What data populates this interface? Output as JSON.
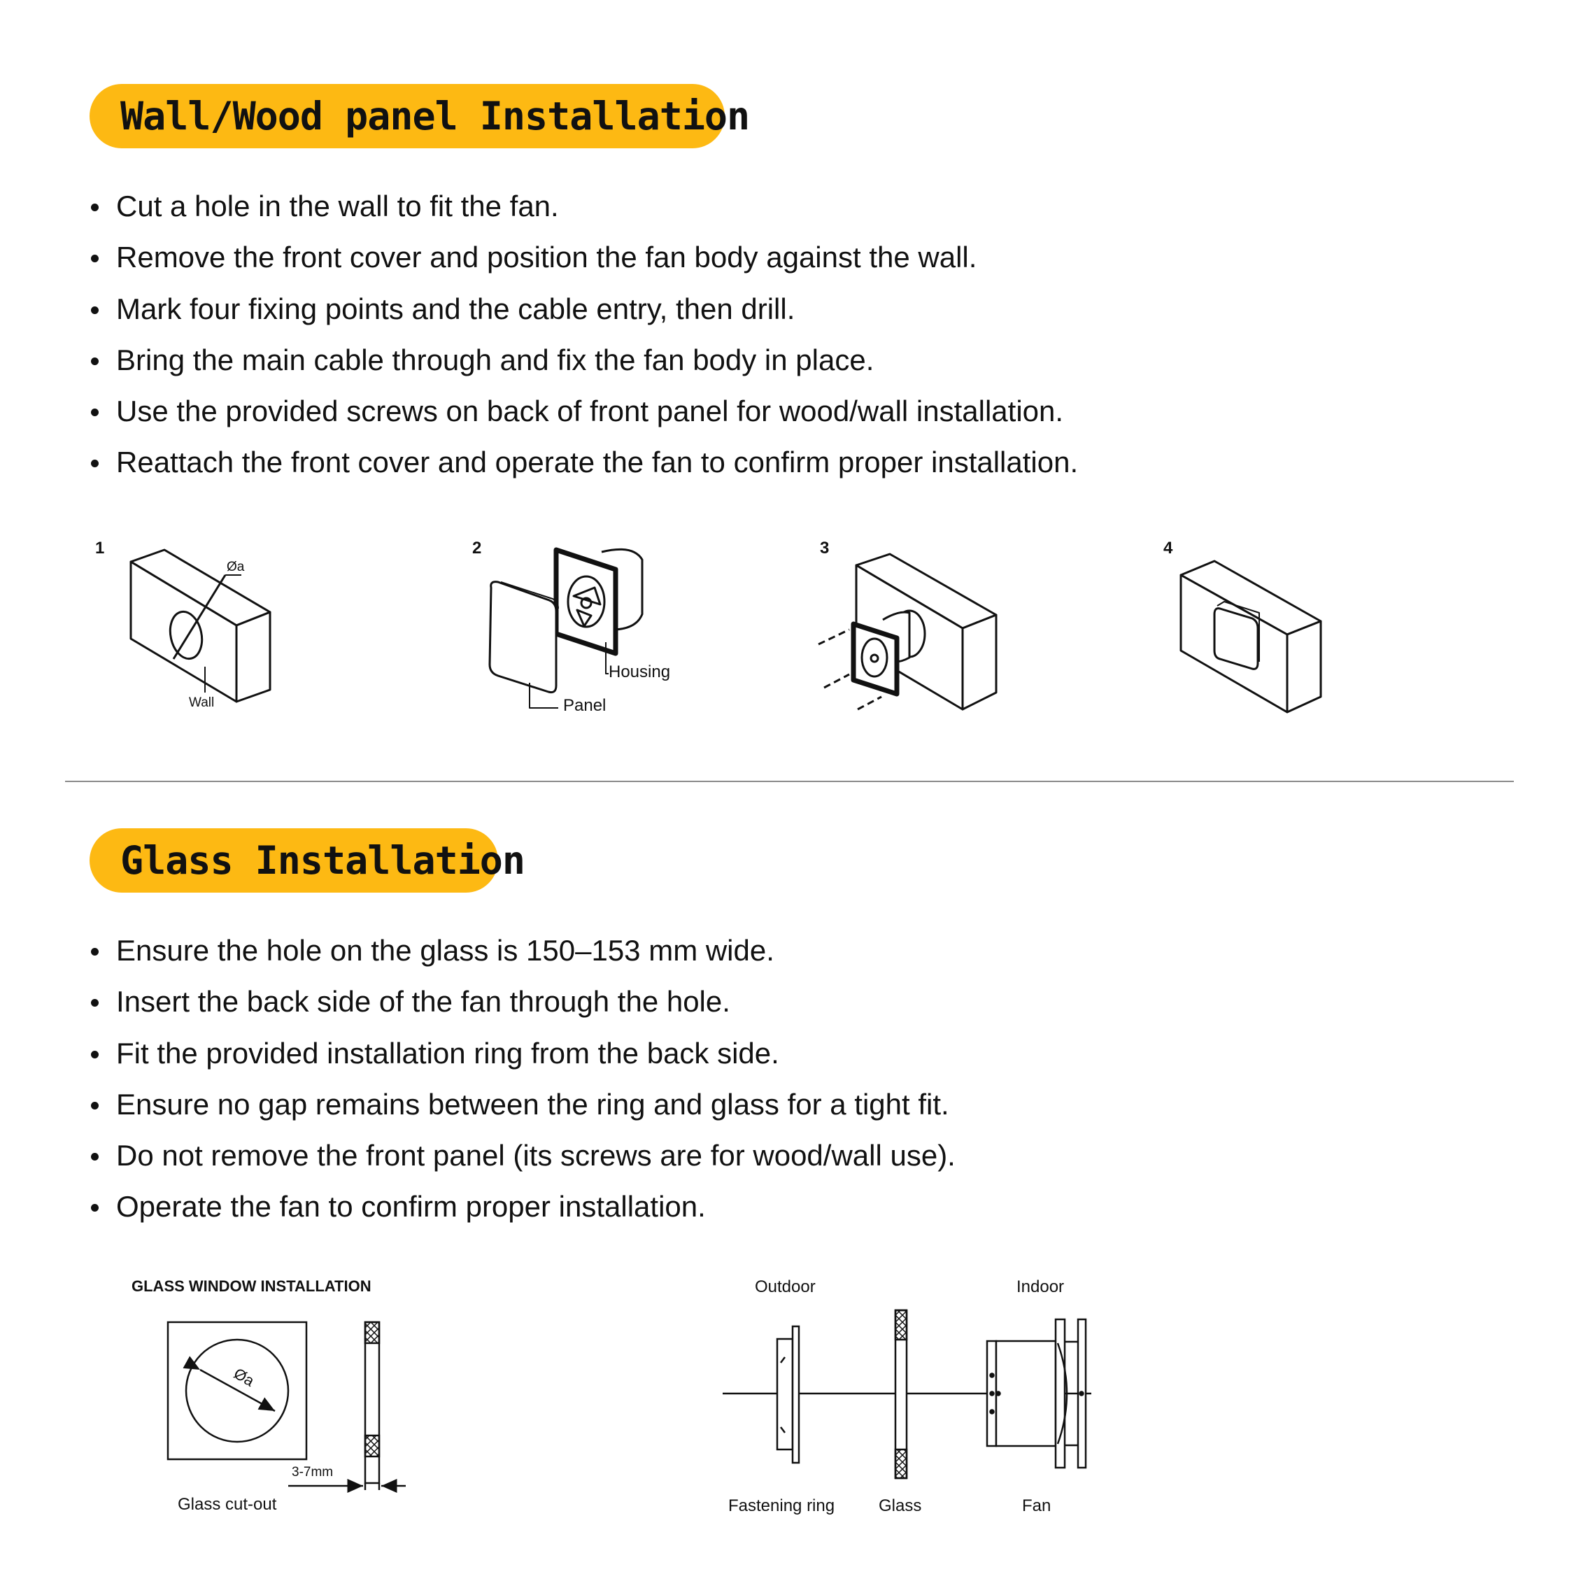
{
  "wall_section": {
    "title": "Wall/Wood panel Installation",
    "steps": [
      "Cut a hole in the wall to fit the fan.",
      "Remove the front cover and position the fan body against the wall.",
      "Mark four fixing points and the cable entry, then drill.",
      "Bring the main cable through and fix the fan body in place.",
      "Use the provided screws on back of front panel for wood/wall installation.",
      "Reattach the front cover and operate the fan to confirm proper installation."
    ],
    "figures": [
      {
        "number": "1",
        "labels": {
          "diameter": "Øa",
          "wall": "Wall"
        }
      },
      {
        "number": "2",
        "labels": {
          "housing": "Housing",
          "panel": "Panel"
        }
      },
      {
        "number": "3"
      },
      {
        "number": "4"
      }
    ]
  },
  "glass_section": {
    "title": "Glass Installation",
    "steps": [
      "Ensure the hole on the glass is 150–153 mm wide.",
      "Insert the back side of the fan through the hole.",
      "Fit the provided installation ring from the back side.",
      "Ensure no gap remains between the ring and glass for a tight fit.",
      "Do not remove the front panel (its screws are for wood/wall use).",
      "Operate the fan to confirm proper installation."
    ],
    "cutout_diagram": {
      "heading": "GLASS WINDOW INSTALLATION",
      "diameter_label": "Øa",
      "thickness_label": "3-7mm",
      "caption": "Glass cut-out"
    },
    "assembly_diagram": {
      "outdoor": "Outdoor",
      "indoor": "Indoor",
      "fastening_ring": "Fastening ring",
      "glass": "Glass",
      "fan": "Fan"
    }
  },
  "colors": {
    "accent": "#FDB913",
    "text": "#111111",
    "divider": "#8a8a8a"
  }
}
